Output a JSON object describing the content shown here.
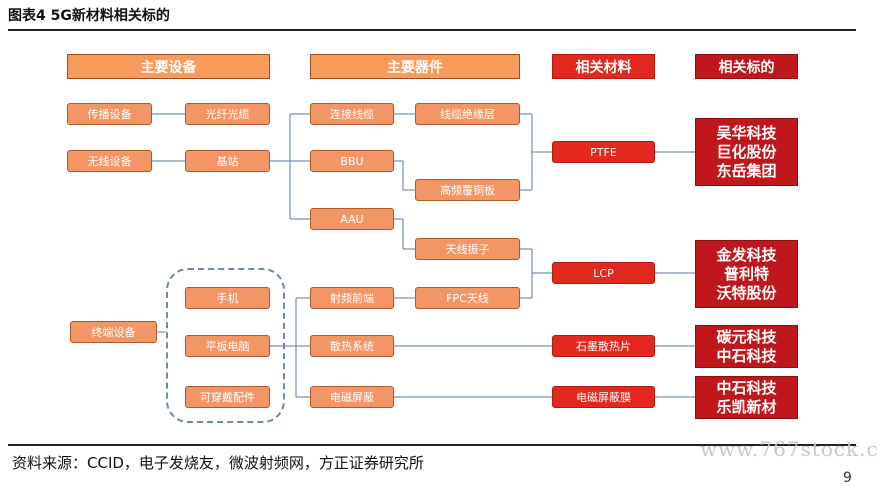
{
  "figure_title": "图表4 5G新材料相关标的",
  "headers": {
    "equipment": "主要设备",
    "components": "主要器件",
    "materials": "相关材料",
    "targets": "相关标的"
  },
  "equipment": {
    "propagation": "传播设备",
    "wireless": "无线设备",
    "terminal": "终端设备"
  },
  "sub_equipment": {
    "optical_cable": "光纤光缆",
    "base_station": "基站",
    "phone": "手机",
    "tablet": "平板电脑",
    "wearable": "可穿戴配件"
  },
  "components": {
    "connector": "连接线缆",
    "bbu": "BBU",
    "aau": "AAU",
    "rf_frontend": "射频前端",
    "thermal": "散热系统",
    "emi": "电磁屏蔽"
  },
  "sub_components": {
    "cable_insulation": "线缆绝缘层",
    "hf_ccl": "高频覆铜板",
    "antenna": "天线振子",
    "fpc_antenna": "FPC天线"
  },
  "materials": {
    "ptfe": "PTFE",
    "lcp": "LCP",
    "graphite": "石墨散热片",
    "emi_film": "电磁屏蔽膜"
  },
  "targets": {
    "ptfe": [
      "吴华科技",
      "巨化股份",
      "东岳集团"
    ],
    "lcp": [
      "金发科技",
      "普利特",
      "沃特股份"
    ],
    "graphite": [
      "碳元科技",
      "中石科技"
    ],
    "emi_film": [
      "中石科技",
      "乐凯新材"
    ]
  },
  "source_note": "资料来源：CCID，电子发烧友，微波射频网，方正证券研究所",
  "watermark": "www.767stock.c",
  "page_number": "9",
  "colors": {
    "header_orange": "#f79a5a",
    "node_orange": "#f49566",
    "material_red": "#e3281e",
    "target_red": "#c0171c",
    "connector_blue": "#5a78b0"
  }
}
